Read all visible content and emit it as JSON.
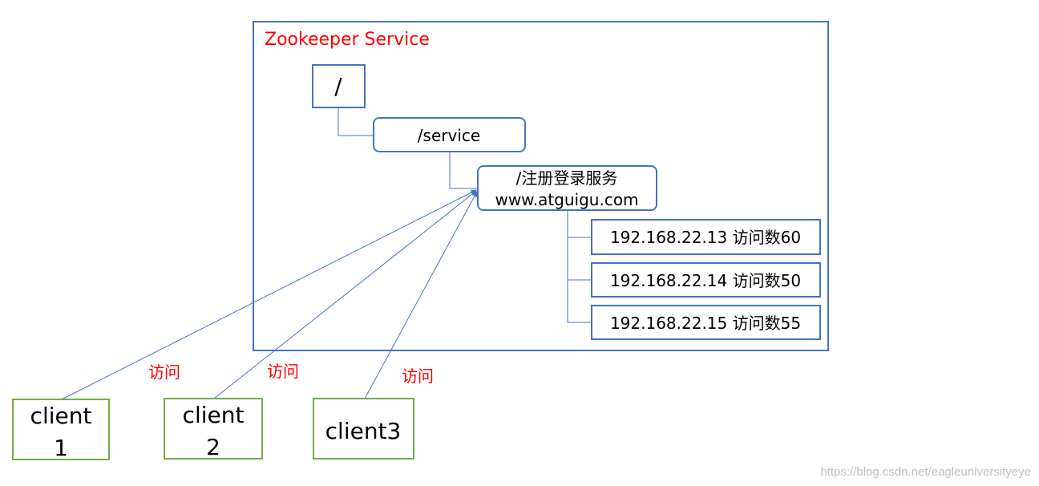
{
  "service": {
    "title": "Zookeeper Service"
  },
  "nodes": {
    "root": "/",
    "service": "/service",
    "register_line1": "/注册登录服务",
    "register_line2": "www.atguigu.com"
  },
  "servers": [
    "192.168.22.13  访问数60",
    "192.168.22.14 访问数50",
    "192.168.22.15 访问数55"
  ],
  "clients": [
    {
      "line1": "client",
      "line2": "1"
    },
    {
      "line1": "client",
      "line2": "2"
    },
    {
      "line1": "client3",
      "line2": ""
    }
  ],
  "edge_labels": [
    "访问",
    "访问",
    "访问"
  ],
  "watermark": "https://blog.csdn.net/eagleuniversityeye",
  "colors": {
    "service_border": "#4472c4",
    "client_border": "#70ad47",
    "label_red": "#ff0000"
  }
}
